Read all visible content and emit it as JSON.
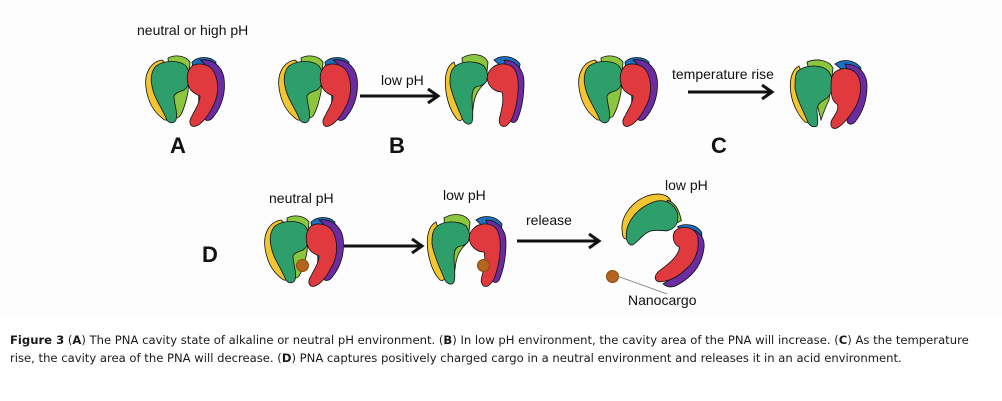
{
  "figure": {
    "panels": {
      "A": {
        "letter": "A",
        "label": "neutral or high pH"
      },
      "B": {
        "letter": "B",
        "arrow_label": "low pH"
      },
      "C": {
        "letter": "C",
        "arrow_label": "temperature rise"
      },
      "D": {
        "letter": "D",
        "state1_label": "neutral pH",
        "state2_label": "low pH",
        "arrow2_label": "release",
        "state3_label": "low pH",
        "cargo_label": "Nanocargo"
      }
    },
    "colors": {
      "yellow": "#f2c531",
      "lightgreen": "#8cc63f",
      "green": "#2e9e6b",
      "blue": "#1f6fc0",
      "purple": "#6a2ca0",
      "red": "#e03a3e",
      "cargo": "#b5651d"
    },
    "caption": {
      "prefix": "Figure 3",
      "parts": [
        {
          "tag": "A",
          "text": " The PNA cavity state of alkaline or neutral pH environment. "
        },
        {
          "tag": "B",
          "text": " In low pH environment, the cavity area of the PNA will increase. "
        },
        {
          "tag": "C",
          "text": " As the temperature rise, the cavity area of the PNA will decrease. "
        },
        {
          "tag": "D",
          "text": " PNA captures positively charged cargo in a neutral environment and releases it in an acid environment."
        }
      ]
    }
  }
}
